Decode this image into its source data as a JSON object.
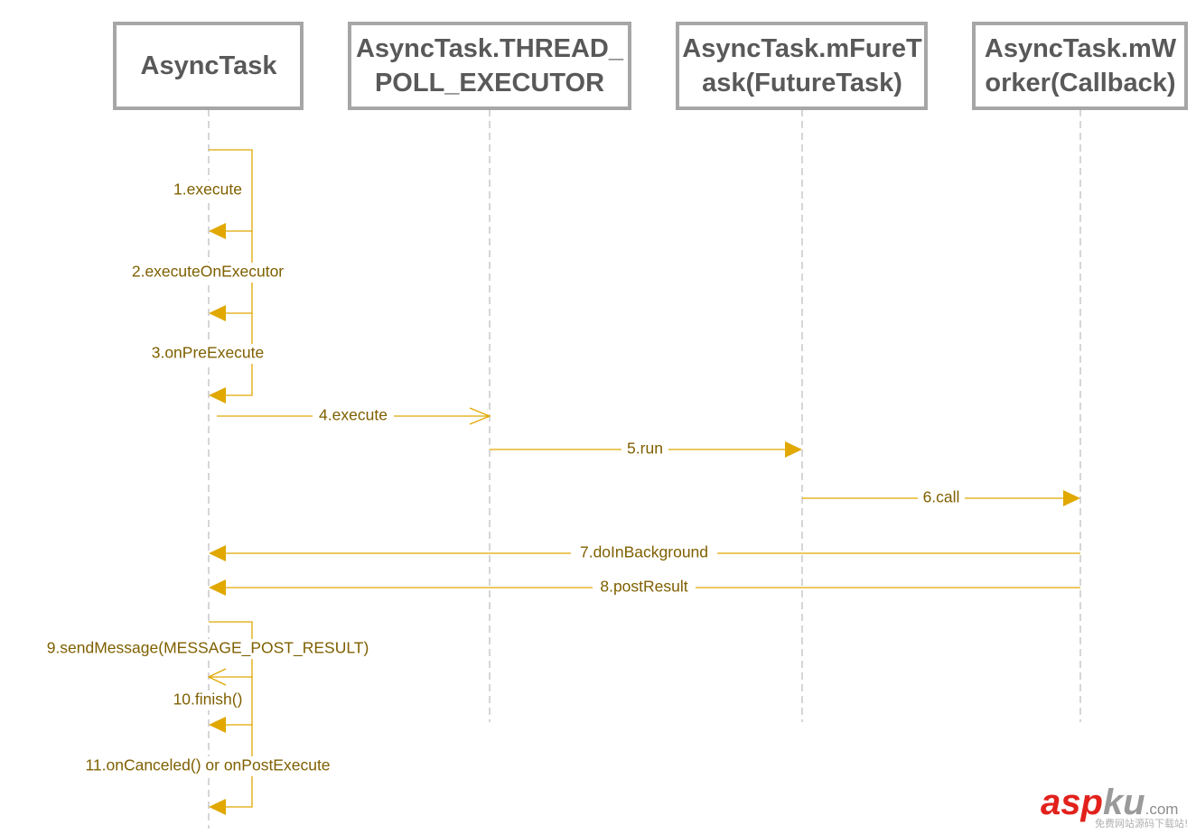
{
  "participants": [
    {
      "lines": [
        "AsyncTask"
      ]
    },
    {
      "lines": [
        "AsyncTask.THREAD_",
        "POLL_EXECUTOR"
      ]
    },
    {
      "lines": [
        "AsyncTask.mFureT",
        "ask(FutureTask)"
      ]
    },
    {
      "lines": [
        "AsyncTask.mW",
        "orker(Callback)"
      ]
    }
  ],
  "messages": [
    {
      "label": "1.execute",
      "from": 0,
      "to": 0,
      "kind": "self",
      "head": "filled"
    },
    {
      "label": "2.executeOnExecutor",
      "from": 0,
      "to": 0,
      "kind": "self",
      "head": "filled"
    },
    {
      "label": "3.onPreExecute",
      "from": 0,
      "to": 0,
      "kind": "self",
      "head": "filled"
    },
    {
      "label": "4.execute",
      "from": 0,
      "to": 1,
      "kind": "call",
      "head": "open"
    },
    {
      "label": "5.run",
      "from": 1,
      "to": 2,
      "kind": "call",
      "head": "filled"
    },
    {
      "label": "6.call",
      "from": 2,
      "to": 3,
      "kind": "call",
      "head": "filled"
    },
    {
      "label": "7.doInBackground",
      "from": 3,
      "to": 0,
      "kind": "call",
      "head": "filled"
    },
    {
      "label": "8.postResult",
      "from": 3,
      "to": 0,
      "kind": "call",
      "head": "filled"
    },
    {
      "label": "9.sendMessage(MESSAGE_POST_RESULT)",
      "from": 0,
      "to": 0,
      "kind": "self",
      "head": "open"
    },
    {
      "label": "10.finish()",
      "from": 0,
      "to": 0,
      "kind": "self",
      "head": "filled"
    },
    {
      "label": "11.onCanceled() or onPostExecute",
      "from": 0,
      "to": 0,
      "kind": "self",
      "head": "filled"
    }
  ],
  "watermark": {
    "text_red": "asp",
    "text_gray": "ku",
    "suffix": ".com",
    "subtitle": "免费网站源码下载站!"
  },
  "colors": {
    "arrow": "#e0a800",
    "label": "#7f6000",
    "box_border": "#a6a6a6",
    "title": "#595959",
    "lifeline": "#bfbfbf",
    "watermark_red": "#e2211c",
    "watermark_gray": "#9a9a9a"
  }
}
